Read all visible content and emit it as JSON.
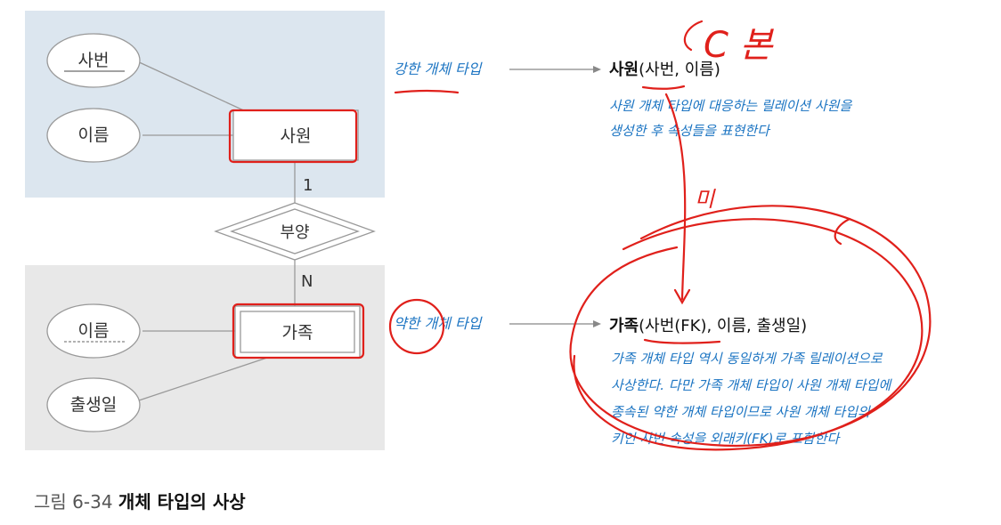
{
  "er_diagram": {
    "attributes": {
      "emp_no": "사번",
      "emp_name": "이름",
      "fam_name": "이름",
      "birth": "출생일"
    },
    "entities": {
      "employee": "사원",
      "family": "가족"
    },
    "relationship": "부양",
    "cardinality": {
      "one": "1",
      "many": "N"
    }
  },
  "mapping": {
    "strong": {
      "label": "강한 개체 타입",
      "schema_name": "사원",
      "schema_rest": "(사번, 이름)",
      "desc_lines": [
        "사원 개체 타입에 대응하는 릴레이션 사원을",
        "생성한 후 속성들을 표현한다"
      ]
    },
    "weak": {
      "label": "약한 개체 타입",
      "schema_name": "가족",
      "schema_rest": "(사번(FK), 이름, 출생일)",
      "desc_lines": [
        "가족 개체 타입 역시 동일하게 가족 릴레이션으로",
        "사상한다. 다만 가족 개체 타입이 사원 개체 타입에",
        "종속된 약한 개체 타입이므로 사원 개체 타입의",
        "키인 사번 속성을 외래키(FK)로 포함한다"
      ]
    }
  },
  "annotations": {
    "top_right": "C 본",
    "mid": "미"
  },
  "caption": {
    "prefix": "그림 6-34",
    "title": "개체 타입의 사상"
  },
  "colors": {
    "ink": "#e0201b",
    "blue": "#1b74c2",
    "panel_top": "#dce6ef",
    "panel_bottom": "#e8e8e8"
  }
}
